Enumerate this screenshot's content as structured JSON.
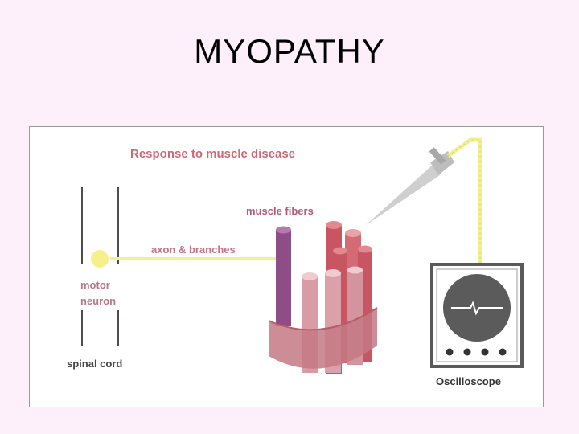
{
  "slide": {
    "title": "MYOPATHY"
  },
  "diagram": {
    "heading": "Response to muscle disease",
    "labels": {
      "muscle_fibers": "muscle fibers",
      "axon_branches": "axon & branches",
      "motor": "motor",
      "neuron": "neuron",
      "spinal_cord": "spinal cord",
      "oscilloscope": "Oscilloscope"
    },
    "colors": {
      "background": "#fdf0fb",
      "heading_text": "#c86a78",
      "neuron_yellow": "#f6f08a",
      "innervated_fiber": "#8e4d86",
      "diseased_fiber_light": "#d99ca6",
      "diseased_fiber_dark": "#c95462",
      "muscle_band": "#c47984",
      "oscilloscope_frame": "#5a5a5a",
      "oscilloscope_screen": "#5b5b5b"
    },
    "icons": [
      "needle-electrode-icon",
      "oscilloscope-icon",
      "motor-neuron-icon"
    ]
  }
}
